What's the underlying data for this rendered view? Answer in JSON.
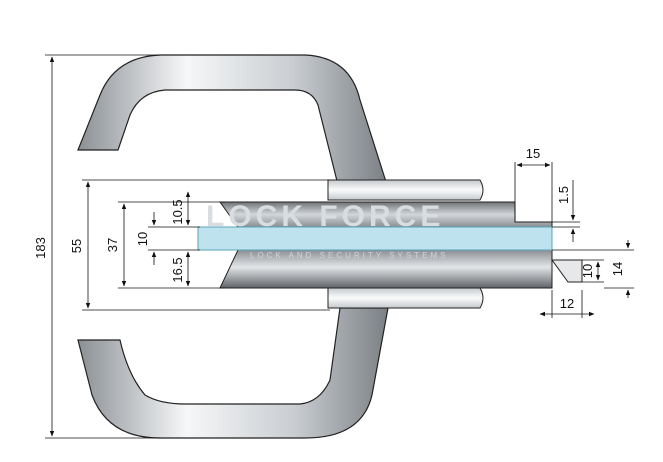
{
  "diagram": {
    "watermark": {
      "text": "LOCK FORCE",
      "subtext": "LOCK AND SECURITY SYSTEMS"
    },
    "colors": {
      "handle_light": "#f2f4f6",
      "handle_dark": "#7e8287",
      "glass": "#bfe3ee",
      "outline": "#111111"
    },
    "dimensions": {
      "overall_height": "183",
      "rose_height": "55",
      "sleeve_height": "37",
      "glass_thickness": "10",
      "upper_offset": "10.5",
      "lower_offset": "16.5",
      "spindle_length": "15",
      "step": "1.5",
      "end_width": "12",
      "end_height": "10",
      "end_total": "14"
    }
  }
}
